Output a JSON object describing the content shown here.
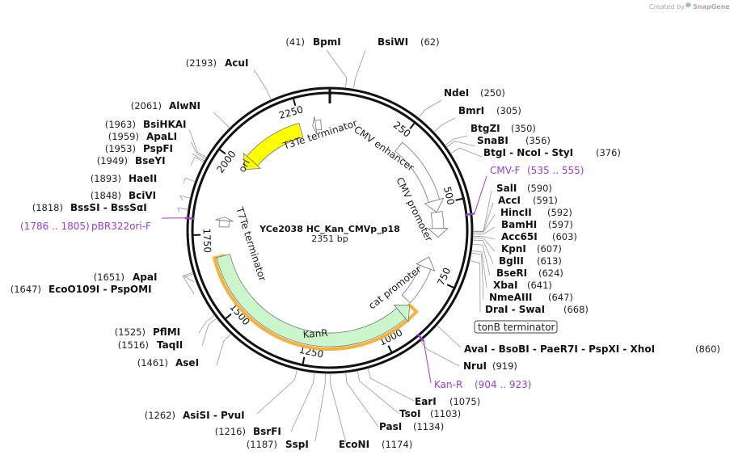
{
  "watermark": {
    "prefix": "Created by",
    "brand": "SnapGene"
  },
  "plasmid": {
    "name": "YCe2038 HC_Kan_CMVp_p18",
    "length_label": "2351 bp",
    "length_bp": 2351
  },
  "ticks": [
    {
      "bp": 250,
      "label": "250"
    },
    {
      "bp": 500,
      "label": "500"
    },
    {
      "bp": 750,
      "label": "750"
    },
    {
      "bp": 1000,
      "label": "1000"
    },
    {
      "bp": 1250,
      "label": "1250"
    },
    {
      "bp": 1500,
      "label": "1500"
    },
    {
      "bp": 1750,
      "label": "1750"
    },
    {
      "bp": 2000,
      "label": "2000"
    },
    {
      "bp": 2250,
      "label": "2250"
    }
  ],
  "features": [
    {
      "name": "ori",
      "start": 1996,
      "end": 2246,
      "color": "#ffff00",
      "direction": "reverse"
    },
    {
      "name": "KanR",
      "start": 870,
      "end": 1675,
      "color": "#cbf6cb",
      "direction": "reverse"
    },
    {
      "name": "CMV enhancer",
      "start": 258,
      "end": 525,
      "color": "#ffffff",
      "direction": "forward"
    },
    {
      "name": "CMV promoter",
      "start": 525,
      "end": 612,
      "color": "#ffffff",
      "direction": "forward"
    },
    {
      "name": "cat promoter",
      "start": 686,
      "end": 862,
      "color": "#ffffff",
      "direction": "reverse"
    },
    {
      "name": "T3Te terminator",
      "start": 2290,
      "end": 2320,
      "color": "#ffffff",
      "direction": "reverse"
    },
    {
      "name": "T7Te terminator",
      "start": 1775,
      "end": 1810,
      "color": "#ffffff",
      "direction": "forward"
    },
    {
      "name": "tonB terminator",
      "start": 670,
      "end": 700,
      "color": "#ffffff",
      "direction": "forward"
    }
  ],
  "enzymes_left": [
    {
      "pos": "(41)",
      "name": "BpmI",
      "site": 41
    },
    {
      "pos": "(2193)",
      "name": "AcuI",
      "site": 2193
    },
    {
      "pos": "(2061)",
      "name": "AlwNI",
      "site": 2061
    },
    {
      "pos": "(1963)",
      "name": "BsiHKAI",
      "site": 1963
    },
    {
      "pos": "(1959)",
      "name": "ApaLI",
      "site": 1959
    },
    {
      "pos": "(1953)",
      "name": "PspFI",
      "site": 1953
    },
    {
      "pos": "(1949)",
      "name": "BseYI",
      "site": 1949
    },
    {
      "pos": "(1893)",
      "name": "HaeII",
      "site": 1893
    },
    {
      "pos": "(1848)",
      "name": "BciVI",
      "site": 1848
    },
    {
      "pos": "(1818)",
      "name": "BssSI  - BssSαI",
      "site": 1818
    },
    {
      "pos": "(1651)",
      "name": "ApaI",
      "site": 1651
    },
    {
      "pos": "(1647)",
      "name": "EcoO109I  - PspOMI",
      "site": 1647
    },
    {
      "pos": "(1525)",
      "name": "PflMI",
      "site": 1525
    },
    {
      "pos": "(1516)",
      "name": "TaqII",
      "site": 1516
    },
    {
      "pos": "(1461)",
      "name": "AseI",
      "site": 1461
    },
    {
      "pos": "(1262)",
      "name": "AsiSI  - PvuI",
      "site": 1262
    },
    {
      "pos": "(1216)",
      "name": "BsrFI",
      "site": 1216
    },
    {
      "pos": "(1187)",
      "name": "SspI",
      "site": 1187
    }
  ],
  "enzymes_right": [
    {
      "name": "BsiWI",
      "pos": "(62)",
      "site": 62
    },
    {
      "name": "NdeI",
      "pos": "(250)",
      "site": 250
    },
    {
      "name": "BmrI",
      "pos": "(305)",
      "site": 305
    },
    {
      "name": "BtgZI",
      "pos": "(350)",
      "site": 350
    },
    {
      "name": "SnaBI",
      "pos": "(356)",
      "site": 356
    },
    {
      "name": "BtgI  - NcoI  - StyI",
      "pos": "(376)",
      "site": 376
    },
    {
      "name": "SalI",
      "pos": "(590)",
      "site": 590
    },
    {
      "name": "AccI",
      "pos": "(591)",
      "site": 591
    },
    {
      "name": "HincII",
      "pos": "(592)",
      "site": 592
    },
    {
      "name": "BamHI",
      "pos": "(597)",
      "site": 597
    },
    {
      "name": "Acc65I",
      "pos": "(603)",
      "site": 603
    },
    {
      "name": "KpnI",
      "pos": "(607)",
      "site": 607
    },
    {
      "name": "BglII",
      "pos": "(613)",
      "site": 613
    },
    {
      "name": "BseRI",
      "pos": "(624)",
      "site": 624
    },
    {
      "name": "XbaI",
      "pos": "(641)",
      "site": 641
    },
    {
      "name": "NmeAIII",
      "pos": "(647)",
      "site": 647
    },
    {
      "name": "DraI  - SwaI",
      "pos": "(668)",
      "site": 668
    },
    {
      "name": "AvaI  - BsoBI  - PaeR7I  - PspXI  - XhoI",
      "pos": "(860)",
      "site": 860
    },
    {
      "name": "NruI",
      "pos": "(919)",
      "site": 919
    },
    {
      "name": "EarI",
      "pos": "(1075)",
      "site": 1075
    },
    {
      "name": "TsoI",
      "pos": "(1103)",
      "site": 1103
    },
    {
      "name": "PasI",
      "pos": "(1134)",
      "site": 1134
    },
    {
      "name": "EcoNI",
      "pos": "(1174)",
      "site": 1174
    }
  ],
  "primers": [
    {
      "name": "CMV-F",
      "range": "(535 .. 555)",
      "site": 545,
      "color": "#9b3bd6"
    },
    {
      "name": "Kan-R",
      "range": "(904 .. 923)",
      "site": 913,
      "color": "#9b3bd6"
    },
    {
      "name": "pBR322ori-F",
      "range": "(1786 .. 1805)",
      "site": 1795,
      "color": "#9b3bd6"
    }
  ]
}
